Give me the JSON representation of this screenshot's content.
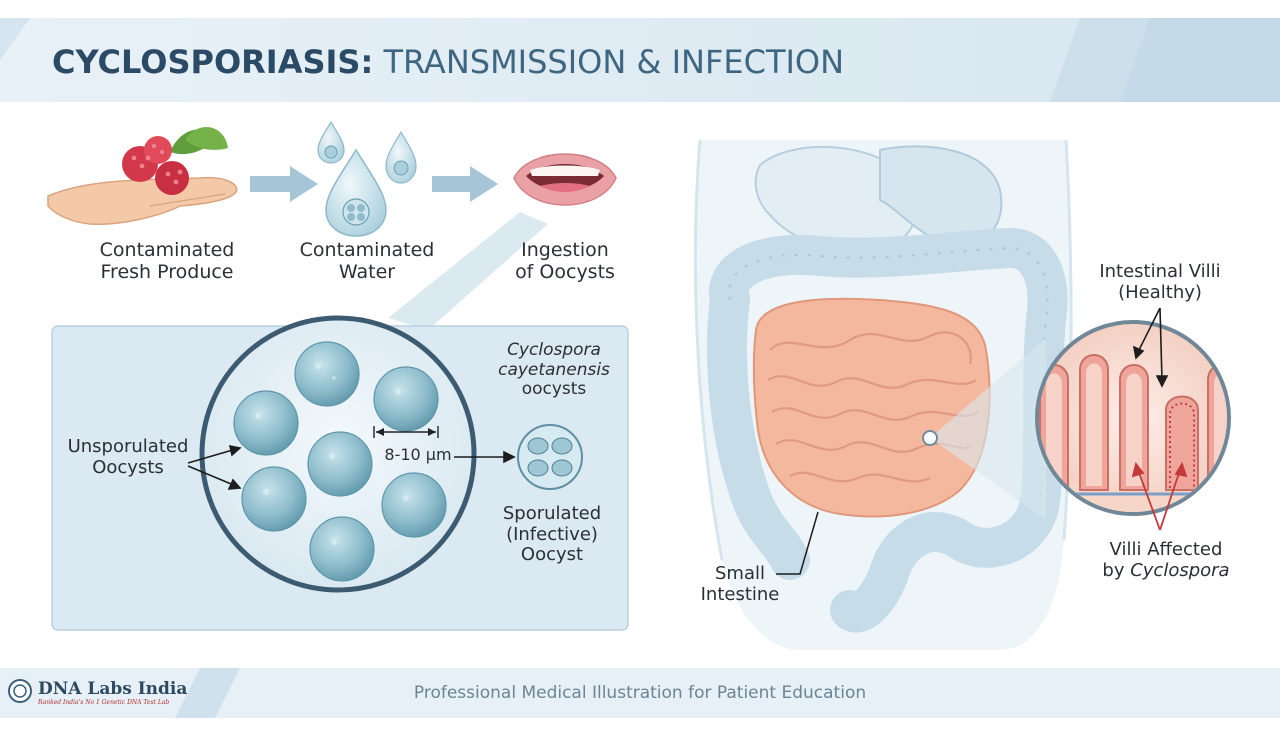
{
  "title": {
    "bold": "CYCLOSPORIASIS:",
    "rest": "TRANSMISSION & INFECTION"
  },
  "steps": [
    {
      "line1": "Contaminated",
      "line2": "Fresh Produce"
    },
    {
      "line1": "Contaminated",
      "line2": "Water"
    },
    {
      "line1": "Ingestion",
      "line2": "of Oocysts"
    }
  ],
  "oocyst_panel": {
    "species_line1": "Cyclospora",
    "species_line2": "cayetanensis",
    "species_line3": "oocysts",
    "unsporulated_line1": "Unsporulated",
    "unsporulated_line2": "Oocysts",
    "size": "8-10 µm",
    "sporulated_line1": "Sporulated",
    "sporulated_line2": "(Infective)",
    "sporulated_line3": "Oocyst"
  },
  "anatomy": {
    "villi_healthy_line1": "Intestinal Villi",
    "villi_healthy_line2": "(Healthy)",
    "villi_affected_line1": "Villi Affected",
    "villi_affected_prefix": "by ",
    "villi_affected_italic": "Cyclospora",
    "small_intestine_line1": "Small",
    "small_intestine_line2": "Intestine"
  },
  "footer": {
    "brand": "DNA Labs India",
    "brand_tagline": "Ranked India's No 1 Genetic DNA Test Lab",
    "caption": "Professional Medical Illustration for Patient Education"
  },
  "colors": {
    "title_dark": "#2a4a66",
    "title_light": "#3f6680",
    "banner": "#e3eef5",
    "panel": "#dbe9f2",
    "oocyst": "#7fb3c4",
    "intestine": "#f2b39a",
    "colon": "#c9deea",
    "arrow": "#a6c6d8",
    "red_arrow": "#c23a3a"
  },
  "icons": [
    "produce-icon",
    "water-drops-icon",
    "mouth-icon",
    "oocyst-magnifier-icon",
    "abdomen-illustration",
    "villi-inset-icon",
    "dna-logo-icon"
  ]
}
